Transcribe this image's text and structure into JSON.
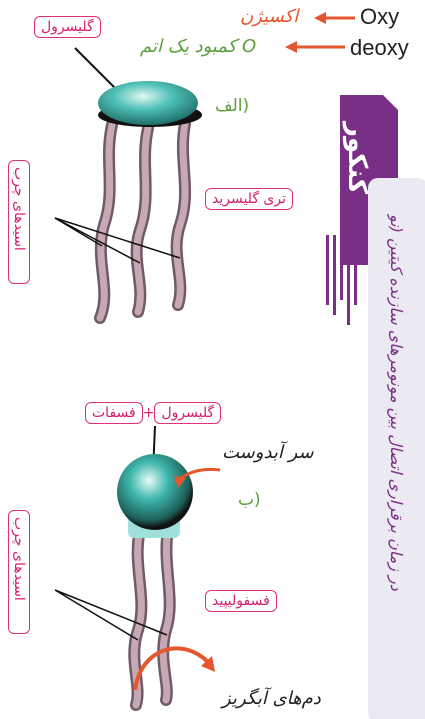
{
  "top_labels": {
    "oxy_en": "Oxy",
    "oxy_fa": "اکسیژن",
    "deoxy_en": "deoxy",
    "deoxy_fa": "کمبود یک اتم O"
  },
  "diagram_a": {
    "glycerol_label": "گلیسرول",
    "part_label": "الف)",
    "molecule_label": "تری گلیسرید",
    "fatty_acids_label": "اسیدهای چرب"
  },
  "diagram_b": {
    "glycerol_label": "گلیسرول",
    "plus": "+",
    "phosphate_label": "فسفات",
    "head_label": "سر آبدوست",
    "part_label": "ب)",
    "molecule_label": "فسفولیپید",
    "fatty_acids_label": "اسیدهای چرب",
    "tail_label": "دم‌های آبگریز"
  },
  "konkur": {
    "badge_text": "کنکور",
    "note_text": "در زمان برقراری اتصال بین مونومرهای سازنده کیتین (نو"
  },
  "colors": {
    "pink": "#e0307a",
    "orange": "#e4572e",
    "green": "#5aa03c",
    "purple": "#7a2f86",
    "teal": "#2fa7a0",
    "tail": "#a98a98"
  }
}
